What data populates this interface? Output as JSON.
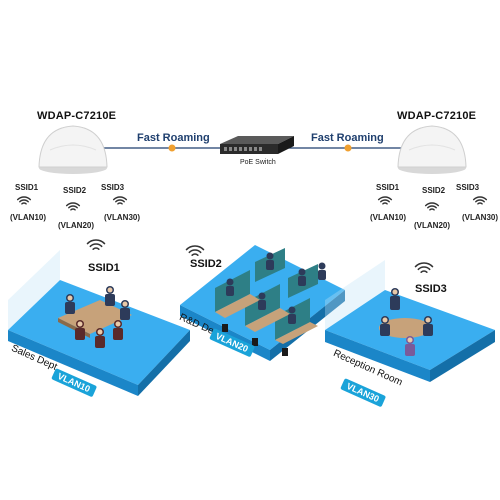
{
  "access_points": {
    "left": {
      "model": "WDAP-C7210E",
      "ssids": [
        "SSID1",
        "SSID2",
        "SSID3"
      ],
      "vlans": [
        "(VLAN10)",
        "(VLAN20)",
        "(VLAN30)"
      ]
    },
    "right": {
      "model": "WDAP-C7210E",
      "ssids": [
        "SSID1",
        "SSID2",
        "SSID3"
      ],
      "vlans": [
        "(VLAN10)",
        "(VLAN20)",
        "(VLAN30)"
      ]
    }
  },
  "links": {
    "left_label": "Fast Roaming",
    "right_label": "Fast Roaming"
  },
  "switch": {
    "label": "PoE Switch"
  },
  "rooms": {
    "sales": {
      "ssid": "SSID1",
      "name": "Sales Dept.",
      "vlan": "VLAN10"
    },
    "rnd": {
      "ssid": "SSID2",
      "name": "R&D Dept.",
      "vlan": "VLAN20"
    },
    "reception": {
      "ssid": "SSID3",
      "name": "Reception Room",
      "vlan": "VLAN30"
    }
  },
  "colors": {
    "floor_top": "#3aaef0",
    "floor_side": "#1b86c8",
    "badge": "#1aa3d9",
    "link_dot": "#f0a030",
    "partition": "#2e7f86"
  }
}
